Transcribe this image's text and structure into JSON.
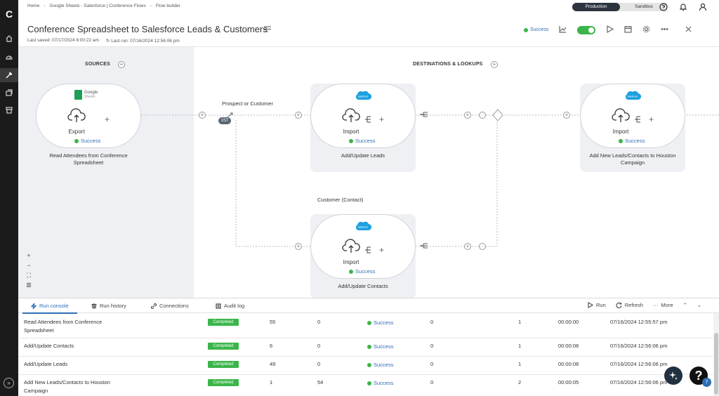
{
  "app": {
    "logo": "C"
  },
  "breadcrumb": [
    "Home",
    "Google Sheets - Salesforce | Conference Flows",
    "Flow builder"
  ],
  "environment": {
    "options": [
      "Production",
      "Sandbox"
    ],
    "selected": "Production"
  },
  "flow": {
    "title": "Conference Spreadsheet to Salesforce Leads & Customers",
    "last_saved": "Last saved: 07/17/2024 8:00:22 am",
    "last_run": "Last run: 07/16/2024 12:56:06 pm",
    "status": "Success",
    "enabled": true
  },
  "canvas": {
    "sources_title": "SOURCES",
    "destinations_title": "DESTINATIONS & LOOKUPS",
    "branch1_label": "Prospect or Customer",
    "branch1_badge": "1ST",
    "branch2_label": "Customer (Contact)",
    "nodes": [
      {
        "app": "Google Sheets",
        "app_line1": "Google",
        "app_line2": "Sheets",
        "action": "Export",
        "status": "Success",
        "label": "Read Attendees from Conference Spreadsheet"
      },
      {
        "app": "salesforce",
        "action": "Import",
        "status": "Success",
        "label": "Add/Update Leads"
      },
      {
        "app": "salesforce",
        "action": "Import",
        "status": "Success",
        "label": "Add New Leads/Contacts to Houston Campaign"
      },
      {
        "app": "salesforce",
        "action": "Import",
        "status": "Success",
        "label": "Add/Update Contacts"
      }
    ]
  },
  "panel": {
    "tabs": [
      "Run console",
      "Run history",
      "Connections",
      "Audit log"
    ],
    "active_tab": "Run console",
    "actions": {
      "run": "Run",
      "refresh": "Refresh",
      "more": "More"
    },
    "rows": [
      {
        "name": "Read Attendees from Conference Spreadsheet",
        "state": "Completed",
        "a": "55",
        "b": "0",
        "status": "Success",
        "c": "0",
        "d": "1",
        "duration": "00:00:00",
        "time": "07/16/2024 12:55:57 pm"
      },
      {
        "name": "Add/Update Contacts",
        "state": "Completed",
        "a": "6",
        "b": "0",
        "status": "Success",
        "c": "0",
        "d": "1",
        "duration": "00:00:08",
        "time": "07/16/2024 12:56:06 pm"
      },
      {
        "name": "Add/Update Leads",
        "state": "Completed",
        "a": "49",
        "b": "0",
        "status": "Success",
        "c": "0",
        "d": "1",
        "duration": "00:00:08",
        "time": "07/16/2024 12:56:06 pm"
      },
      {
        "name": "Add New Leads/Contacts to Houston Campaign",
        "state": "Completed",
        "a": "1",
        "b": "54",
        "status": "Success",
        "c": "0",
        "d": "2",
        "duration": "00:00:05",
        "time": "07/16/2024 12:56:06 pm"
      }
    ]
  },
  "help": {
    "label": "?",
    "count": "7"
  },
  "colors": {
    "accent": "#2f6eb5",
    "success": "#3bb54a",
    "rail": "#1b1b1b",
    "salesforce": "#1da0e0",
    "sheets": "#1e9e57"
  }
}
